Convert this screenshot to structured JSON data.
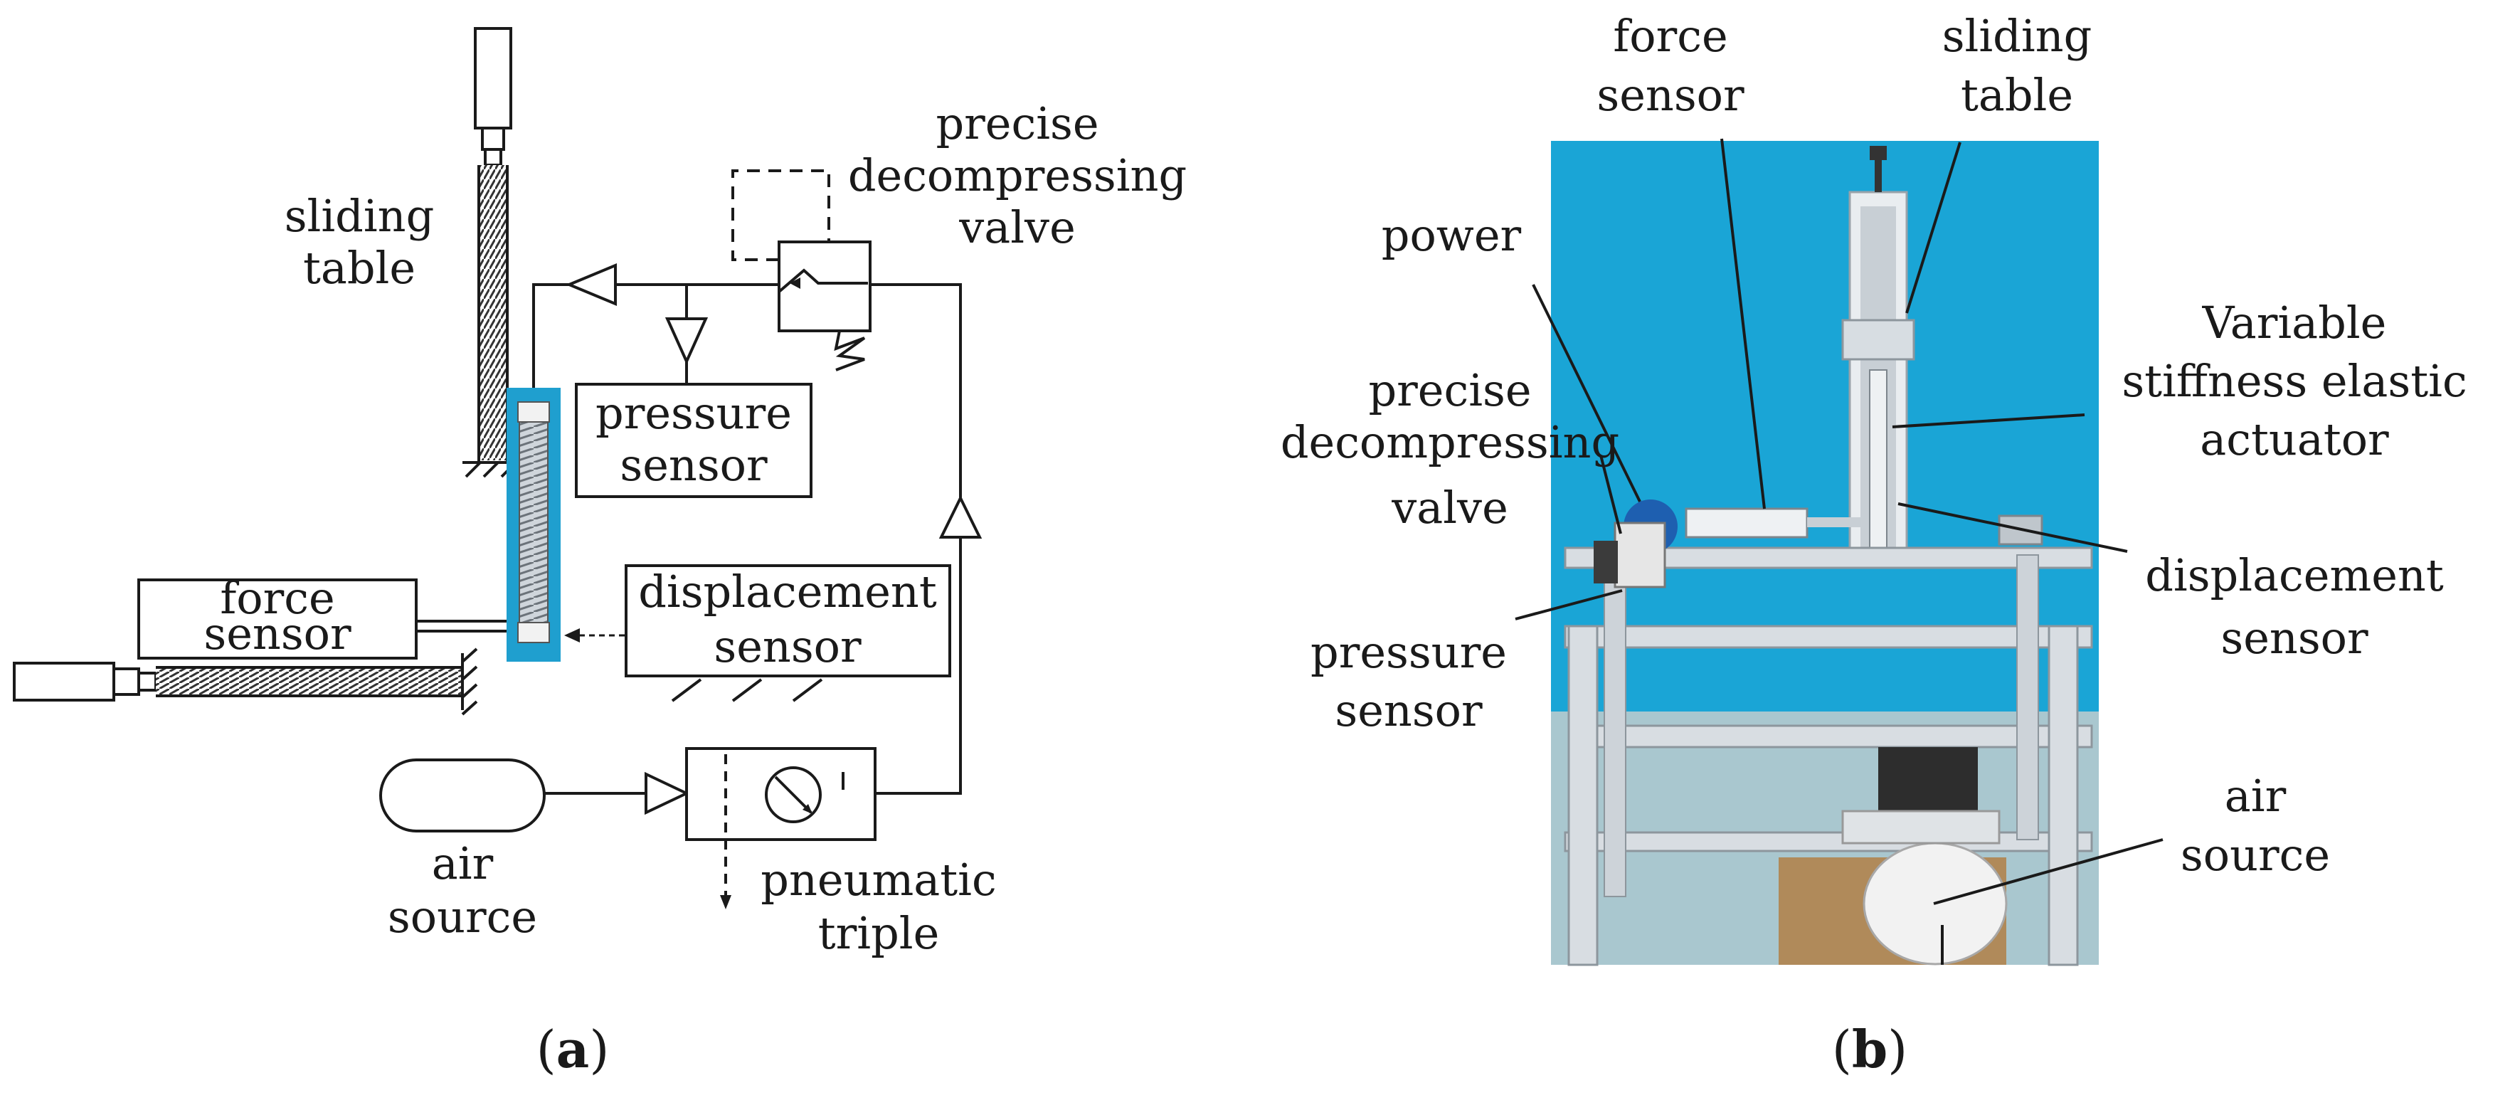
{
  "panel_a": {
    "caption": {
      "open": "(",
      "letter": "a",
      "close": ")"
    },
    "labels": {
      "sliding_table": [
        "sliding",
        "table"
      ],
      "precise_decompressing_valve": [
        "precise",
        "decompressing",
        "valve"
      ],
      "pressure_sensor": [
        "pressure",
        "sensor"
      ],
      "force_sensor": [
        "force",
        "sensor"
      ],
      "displacement_sensor": [
        "displacement",
        "sensor"
      ],
      "air_source": [
        "air",
        "source"
      ],
      "pneumatic_triple": [
        "pneumatic",
        "triple"
      ]
    }
  },
  "panel_b": {
    "caption": {
      "open": "(",
      "letter": "b",
      "close": ")"
    },
    "labels": {
      "force_sensor": [
        "force",
        "sensor"
      ],
      "sliding_table": [
        "sliding",
        "table"
      ],
      "power": [
        "power"
      ],
      "precise_decompressing_valve": [
        "precise",
        "decompressing",
        "valve"
      ],
      "variable_stiffness_elastic_actuator": [
        "Variable",
        "stiffness elastic",
        "actuator"
      ],
      "displacement_sensor": [
        "displacement",
        "sensor"
      ],
      "pressure_sensor": [
        "pressure",
        "sensor"
      ],
      "air_source": [
        "air",
        "source"
      ]
    }
  },
  "colors": {
    "photo_background": "#1aa5d6",
    "actuator_highlight": "#1f9fcf",
    "frame_aluminum": "#d8dde2",
    "line": "#1a1a1a"
  }
}
